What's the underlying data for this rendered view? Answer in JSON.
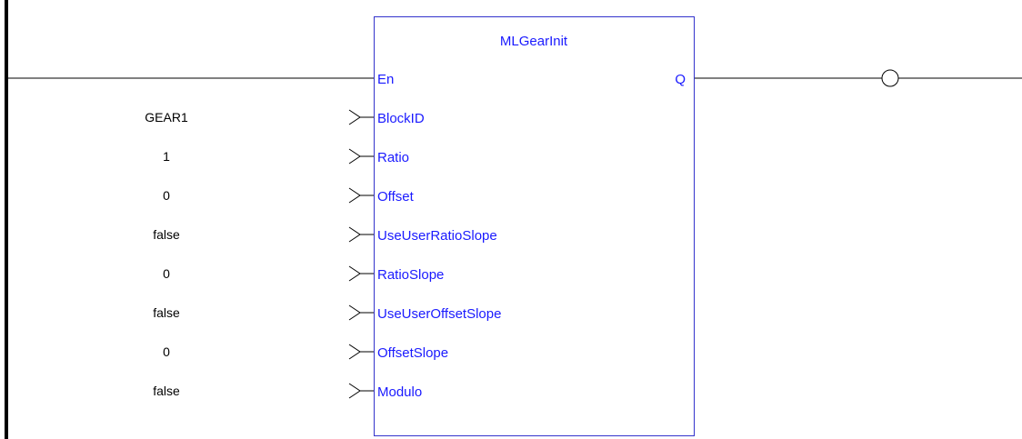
{
  "block": {
    "name": "MLGearInit",
    "enable_input": "En",
    "output": "Q"
  },
  "inputs": [
    {
      "pin": "BlockID",
      "value": "GEAR1"
    },
    {
      "pin": "Ratio",
      "value": "1"
    },
    {
      "pin": "Offset",
      "value": "0"
    },
    {
      "pin": "UseUserRatioSlope",
      "value": "false"
    },
    {
      "pin": "RatioSlope",
      "value": "0"
    },
    {
      "pin": "UseUserOffsetSlope",
      "value": "false"
    },
    {
      "pin": "OffsetSlope",
      "value": "0"
    },
    {
      "pin": "Modulo",
      "value": "false"
    }
  ],
  "colors": {
    "block_border": "#3333cc",
    "pin_text": "#1a1aff",
    "wire": "#000000",
    "background": "#ffffff"
  }
}
